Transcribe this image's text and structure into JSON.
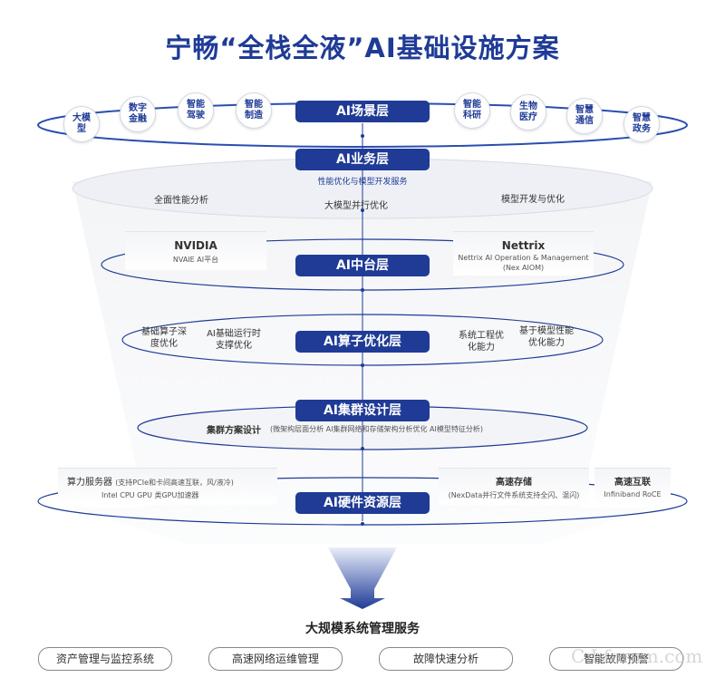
{
  "title": "宁畅“全栈全液”AI基础设施方案",
  "layers": {
    "scene": "AI场景层",
    "business": "AI业务层",
    "middle": "AI中台层",
    "operator": "AI算子优化层",
    "cluster": "AI集群设计层",
    "hardware": "AI硬件资源层"
  },
  "scenes": [
    "大模型",
    "数字金融",
    "智能驾驶",
    "智能制造",
    "智能科研",
    "生物医疗",
    "智慧通信",
    "智慧政务"
  ],
  "business": {
    "subtitle": "性能优化与模型开发服务",
    "items": [
      "全面性能分析",
      "大模型并行优化",
      "模型开发与优化"
    ]
  },
  "middle": {
    "left_title": "NVIDIA",
    "left_sub": "NVAIE AI平台",
    "right_title": "Nettrix",
    "right_sub1": "Nettrix AI Operation & Management",
    "right_sub2": "(Nex AIOM)"
  },
  "operator": {
    "items": [
      "基础算子深度优化",
      "AI基础运行时支撑优化",
      "系统工程优化能力",
      "基于模型性能优化能力"
    ]
  },
  "cluster": {
    "title": "集群方案设计",
    "detail": "(微架构层面分析  AI集群网络和存储架构分析优化  AI模型特征分析)"
  },
  "hardware": {
    "compute_title": "算力服务器",
    "compute_note": "(支持PCIe和卡间高速互联，风/液冷)",
    "compute_items": "Intel CPU     GPU     类GPU加速器",
    "storage_title": "高速存储",
    "storage_note": "(NexData并行文件系统支持全闪、混闪)",
    "net_title": "高速互联",
    "net_items": "Infiniband  RoCE"
  },
  "management": {
    "title": "大规模系统管理服务",
    "items": [
      "资产管理与监控系统",
      "高速网络运维管理",
      "故障快速分析",
      "智能故障预警"
    ]
  },
  "watermark": "C I forum.com",
  "colors": {
    "primary": "#1f3b96",
    "ring": "#2a4db0",
    "funnel": "#eef0f4"
  }
}
